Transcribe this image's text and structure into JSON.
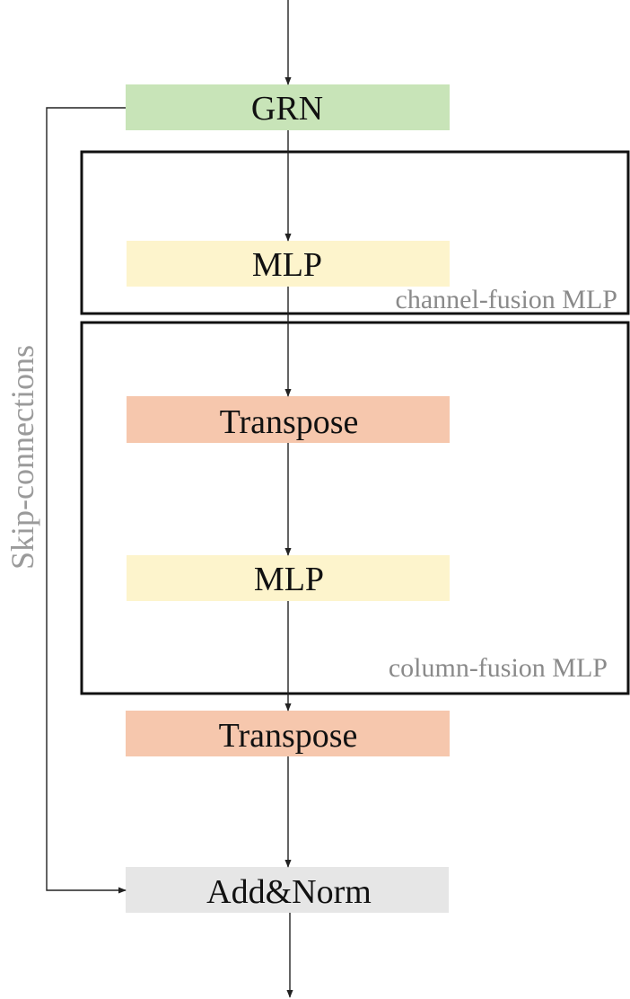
{
  "colors": {
    "grn": "#c8e4b8",
    "mlp": "#fdf4cc",
    "transpose": "#f6c7ad",
    "addnorm": "#e6e6e6",
    "frame": "#111111",
    "group_label": "#8a8a8a",
    "skip_label": "#9a9a9a"
  },
  "blocks": {
    "grn": "GRN",
    "mlp_channel": "MLP",
    "transpose_column": "Transpose",
    "mlp_column": "MLP",
    "transpose_out": "Transpose",
    "add_norm": "Add&Norm"
  },
  "groups": {
    "channel_fusion": "channel-fusion MLP",
    "column_fusion": "column-fusion MLP"
  },
  "skip_label": "Skip-connections"
}
